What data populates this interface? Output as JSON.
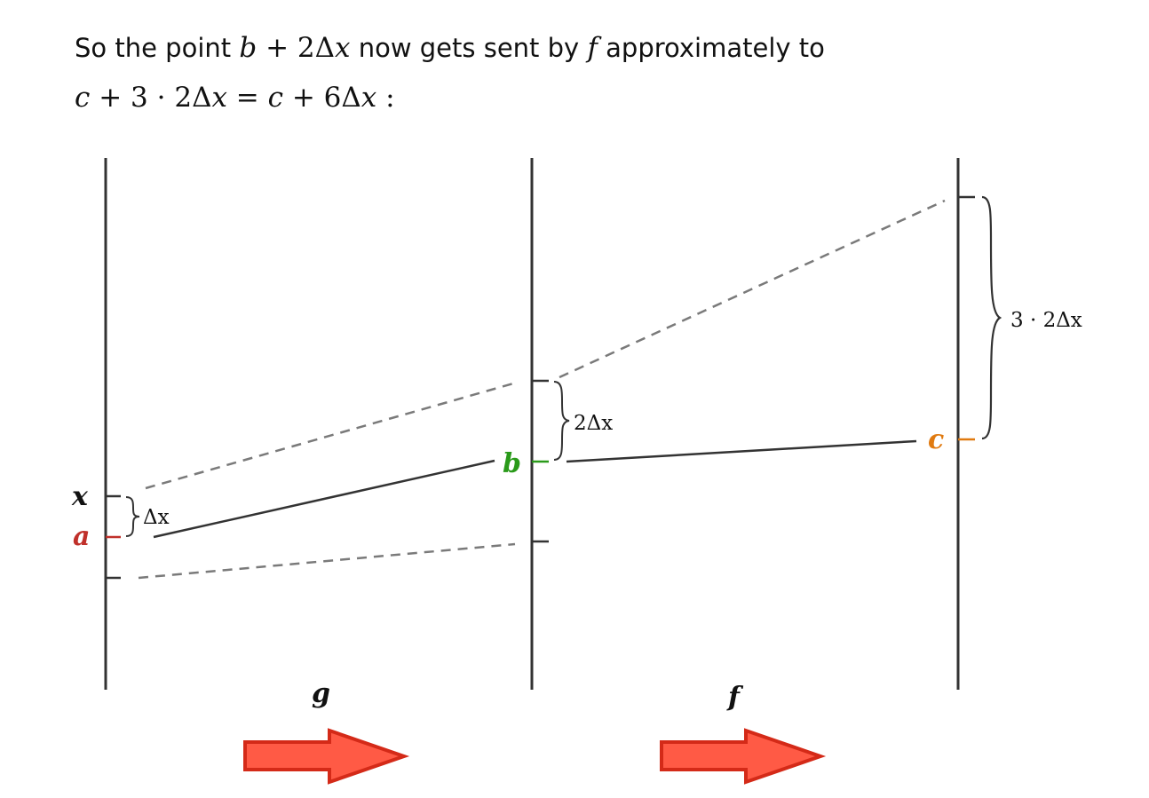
{
  "intro": {
    "t1": "So the point ",
    "m1a": "b",
    "m1b": " + 2Δ",
    "m1c": "x",
    "t2": " now gets sent by ",
    "m2": "f",
    "t3": " approximately to",
    "line2a": "c",
    "line2b": " + 3 · 2Δ",
    "line2c": "x",
    "line2d": " = ",
    "line2e": "c",
    "line2f": " + 6Δ",
    "line2g": "x",
    "line2h": " :"
  },
  "diagram": {
    "labels": {
      "x": "x",
      "a": "a",
      "b": "b",
      "c": "c",
      "dx": "Δx",
      "two_dx": "2Δx",
      "three_two_dx": "3 · 2Δx",
      "g": "g",
      "f": "f"
    },
    "colors": {
      "a": "#c0302a",
      "b": "#2a9a1a",
      "c": "#e07a10",
      "axis": "#333333",
      "dashed": "#7a7a7a",
      "arrow_fill": "#ff5a45",
      "arrow_stroke": "#d42a18"
    }
  }
}
